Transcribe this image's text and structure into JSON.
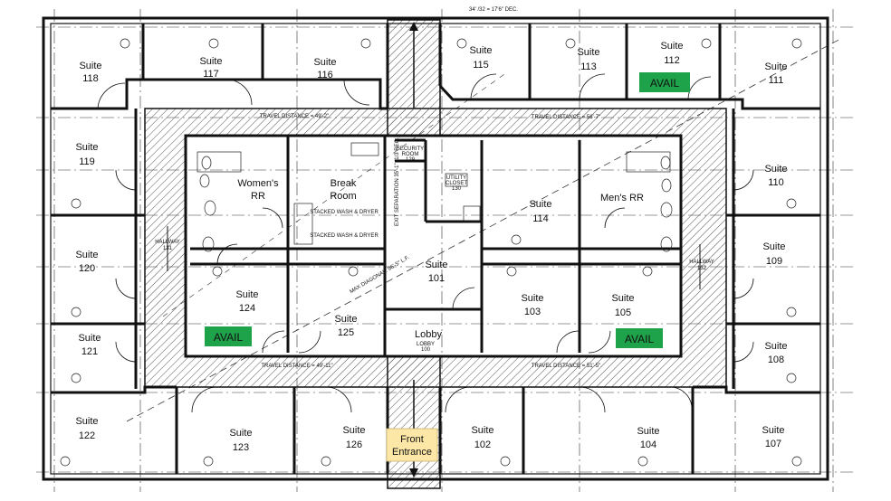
{
  "suites": [
    {
      "id": "s118",
      "line1": "Suite",
      "line2": "118"
    },
    {
      "id": "s117",
      "line1": "Suite",
      "line2": "117"
    },
    {
      "id": "s116",
      "line1": "Suite",
      "line2": "116"
    },
    {
      "id": "s115",
      "line1": "Suite",
      "line2": "115"
    },
    {
      "id": "s113",
      "line1": "Suite",
      "line2": "113"
    },
    {
      "id": "s112",
      "line1": "Suite",
      "line2": "112"
    },
    {
      "id": "s111",
      "line1": "Suite",
      "line2": "111"
    },
    {
      "id": "s119",
      "line1": "Suite",
      "line2": "119"
    },
    {
      "id": "s110",
      "line1": "Suite",
      "line2": "110"
    },
    {
      "id": "s120",
      "line1": "Suite",
      "line2": "120"
    },
    {
      "id": "s109",
      "line1": "Suite",
      "line2": "109"
    },
    {
      "id": "s121",
      "line1": "Suite",
      "line2": "121"
    },
    {
      "id": "s108",
      "line1": "Suite",
      "line2": "108"
    },
    {
      "id": "s122",
      "line1": "Suite",
      "line2": "122"
    },
    {
      "id": "s123",
      "line1": "Suite",
      "line2": "123"
    },
    {
      "id": "s126",
      "line1": "Suite",
      "line2": "126"
    },
    {
      "id": "s102",
      "line1": "Suite",
      "line2": "102"
    },
    {
      "id": "s104",
      "line1": "Suite",
      "line2": "104"
    },
    {
      "id": "s107",
      "line1": "Suite",
      "line2": "107"
    },
    {
      "id": "s124",
      "line1": "Suite",
      "line2": "124"
    },
    {
      "id": "s125",
      "line1": "Suite",
      "line2": "125"
    },
    {
      "id": "s101",
      "line1": "Suite",
      "line2": "101"
    },
    {
      "id": "s114",
      "line1": "Suite",
      "line2": "114"
    },
    {
      "id": "s103",
      "line1": "Suite",
      "line2": "103"
    },
    {
      "id": "s105",
      "line1": "Suite",
      "line2": "105"
    }
  ],
  "rooms": {
    "womens_rr": {
      "line1": "Women's",
      "line2": "RR"
    },
    "break_room": {
      "line1": "Break",
      "line2": "Room"
    },
    "mens_rr": {
      "line1": "Men's RR"
    },
    "lobby": "Lobby",
    "security": {
      "line1": "SECURITY",
      "line2": "ROOM",
      "tag": "129"
    },
    "utility": {
      "line1": "UTILITY",
      "line2": "CLOSET",
      "tag": "130"
    },
    "lobby_tag": {
      "line1": "LOBBY",
      "line2": "100"
    },
    "hallway_left": {
      "line1": "HALLWAY",
      "line2": "131"
    },
    "hallway_right": {
      "line1": "HALLWAY",
      "line2": "132"
    },
    "washer": "STACKED WASH & DRYER"
  },
  "avail_labels": {
    "s112": "AVAIL",
    "s124": "AVAIL",
    "s105": "AVAIL"
  },
  "front_entrance": {
    "line1": "Front",
    "line2": "Entrance"
  },
  "annotations": {
    "travel_top_left": "TRAVEL DISTANCE = 49'-2\"",
    "travel_top_right": "TRAVEL DISTANCE = 56'-7\"",
    "travel_bottom_left": "TRAVEL DISTANCE = 49'-11\"",
    "travel_bottom_right": "TRAVEL DISTANCE = 51'-5\"",
    "max_diagonal": "MAX DIAGONAL: 96'-5\" L.F.",
    "exit_separation": "EXIT SEPARATION 35'-1\" (1/3 REQ.)",
    "top_dimension": "34' /32 = 17'6\" DEC."
  },
  "colors": {
    "avail_fill": "#1fa34a",
    "entrance_fill": "#fde7a6",
    "walls": "#111111",
    "hatch": "#555555"
  }
}
